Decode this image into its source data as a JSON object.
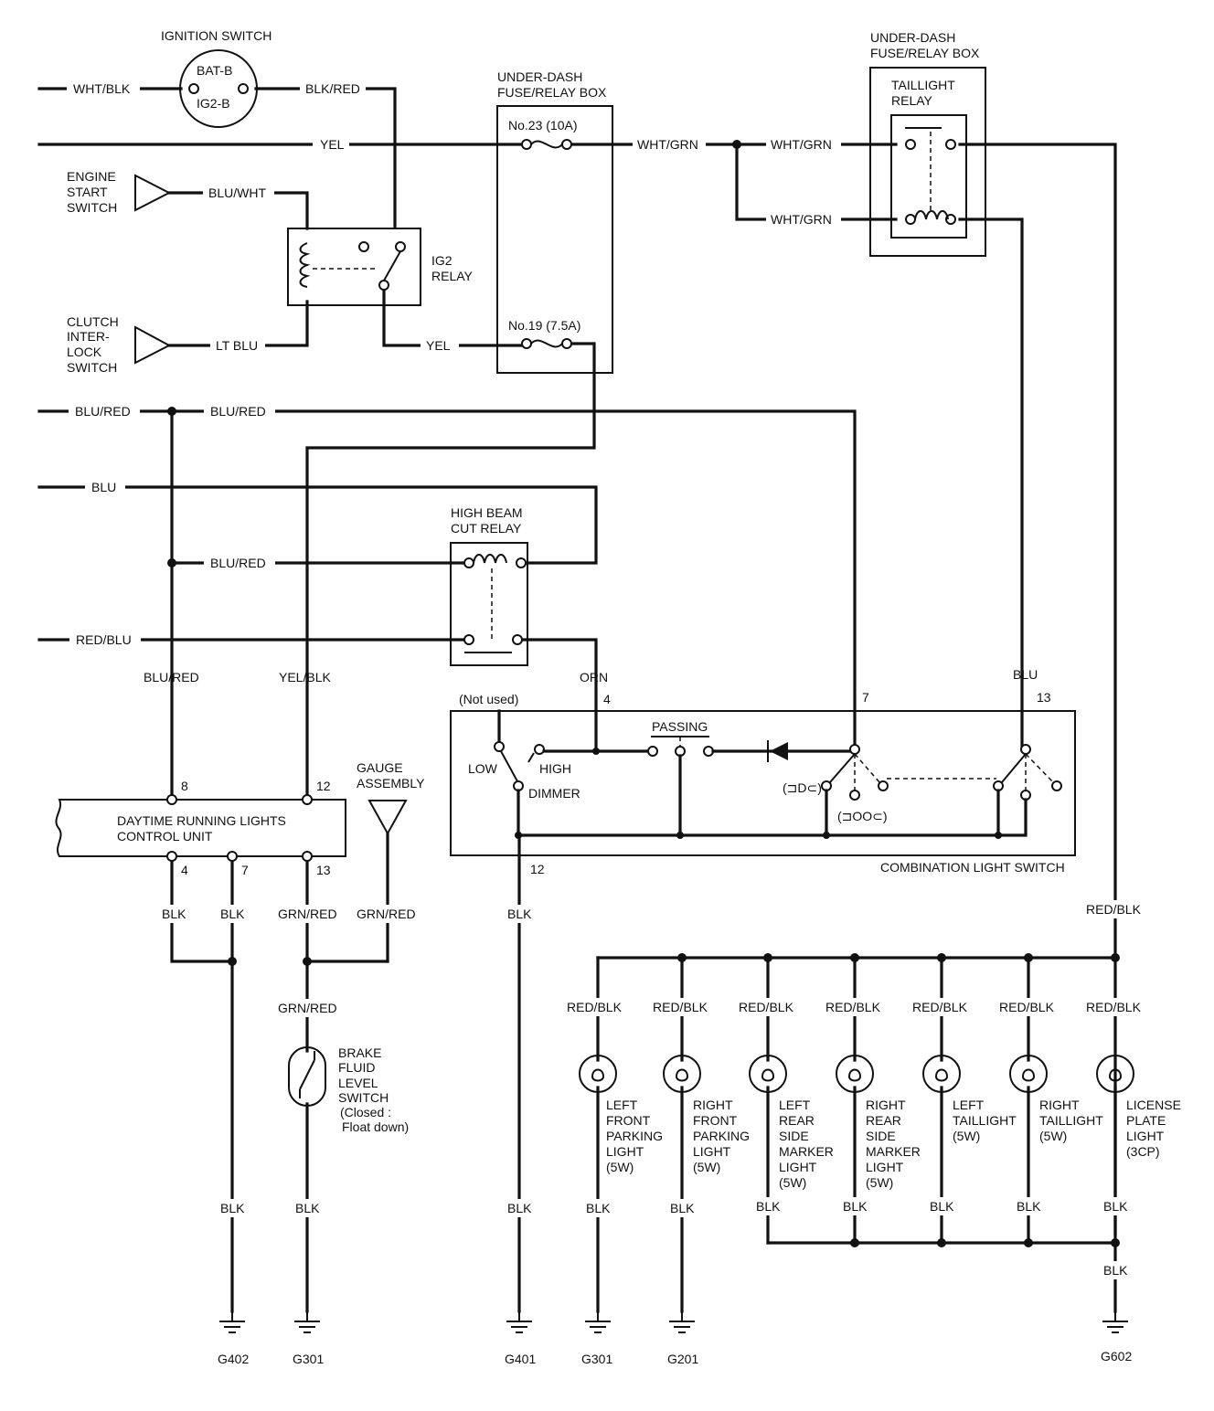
{
  "colors": {
    "line": "#111111",
    "background": "#ffffff"
  },
  "ignition_switch": {
    "title": "IGNITION SWITCH",
    "bat": "BAT-B",
    "ig2": "IG2-B"
  },
  "fuse_box_left": {
    "title1": "UNDER-DASH",
    "title2": "FUSE/RELAY BOX",
    "fuse23": "No.23 (10A)",
    "fuse19": "No.19 (7.5A)"
  },
  "fuse_box_right": {
    "title1": "UNDER-DASH",
    "title2": "FUSE/RELAY BOX",
    "relay1": "TAILLIGHT",
    "relay2": "RELAY"
  },
  "engine_start": [
    "ENGINE",
    "START",
    "SWITCH"
  ],
  "clutch_switch": [
    "CLUTCH",
    "INTER-",
    "LOCK",
    "SWITCH"
  ],
  "ig2_relay": [
    "IG2",
    "RELAY"
  ],
  "high_beam_relay": [
    "HIGH BEAM",
    "CUT RELAY"
  ],
  "wires": {
    "wht_blk": "WHT/BLK",
    "blk_red": "BLK/RED",
    "yel": "YEL",
    "wht_grn": "WHT/GRN",
    "blu_wht": "BLU/WHT",
    "lt_blu": "LT BLU",
    "blu_red": "BLU/RED",
    "blu": "BLU",
    "red_blu": "RED/BLU",
    "yel_blk": "YEL/BLK",
    "orn": "ORN",
    "blk": "BLK",
    "grn_red": "GRN/RED",
    "red_blk": "RED/BLK"
  },
  "drl_unit": {
    "name1": "DAYTIME RUNNING LIGHTS",
    "name2": "CONTROL UNIT",
    "pin8": "8",
    "pin12": "12",
    "pin4": "4",
    "pin7": "7",
    "pin13": "13"
  },
  "gauge": [
    "GAUGE",
    "ASSEMBLY"
  ],
  "combination_switch": {
    "title": "COMBINATION LIGHT SWITCH",
    "not_used": "(Not used)",
    "low": "LOW",
    "high": "HIGH",
    "dimmer": "DIMMER",
    "passing": "PASSING",
    "pos1": "(⊐D⊂)",
    "pos2": "(⊐OO⊂)",
    "pin4": "4",
    "pin7": "7",
    "pin13": "13",
    "pin12": "12"
  },
  "brake_switch": [
    "BRAKE",
    "FLUID",
    "LEVEL",
    "SWITCH",
    "(Closed :",
    "Float down)"
  ],
  "lights": [
    {
      "lines": [
        "LEFT",
        "FRONT",
        "PARKING",
        "LIGHT",
        "(5W)"
      ]
    },
    {
      "lines": [
        "RIGHT",
        "FRONT",
        "PARKING",
        "LIGHT",
        "(5W)"
      ]
    },
    {
      "lines": [
        "LEFT",
        "REAR",
        "SIDE",
        "MARKER",
        "LIGHT",
        "(5W)"
      ]
    },
    {
      "lines": [
        "RIGHT",
        "REAR",
        "SIDE",
        "MARKER",
        "LIGHT",
        "(5W)"
      ]
    },
    {
      "lines": [
        "LEFT",
        "TAILLIGHT",
        "(5W)"
      ]
    },
    {
      "lines": [
        "RIGHT",
        "TAILLIGHT",
        "(5W)"
      ]
    },
    {
      "lines": [
        "LICENSE",
        "PLATE",
        "LIGHT",
        "(3CP)"
      ]
    }
  ],
  "grounds": [
    "G402",
    "G301",
    "G401",
    "G301",
    "G201",
    "G602"
  ]
}
